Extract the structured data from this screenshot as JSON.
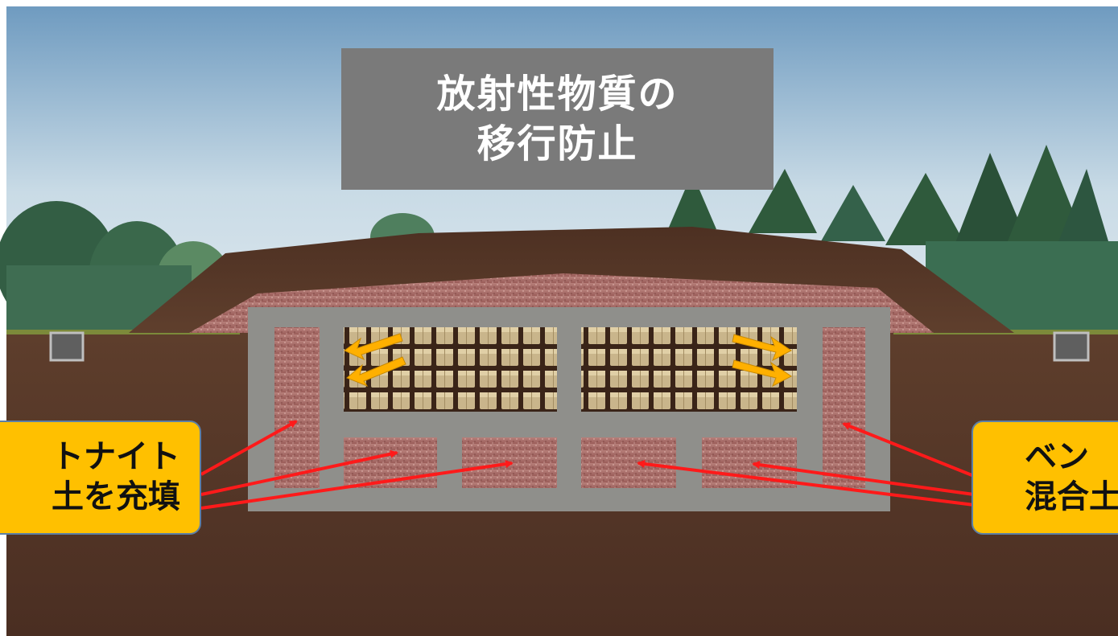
{
  "title": {
    "line1": "放射性物質の",
    "line2": "移行防止"
  },
  "callouts": {
    "left": {
      "line1": "トナイト",
      "line2": "土を充填"
    },
    "right": {
      "line1": "ベン",
      "line2": "混合土"
    }
  },
  "colors": {
    "sky_top": "#a9c6dc",
    "soil": "#5a3b2a",
    "concrete": "#8e8e8a",
    "bentonite_fill": "#a86a66",
    "callout_fill": "#ffc000",
    "title_box": "#7a7a7a",
    "arrow_red": "#ff1a1a",
    "arrow_orange": "#ffb000"
  }
}
